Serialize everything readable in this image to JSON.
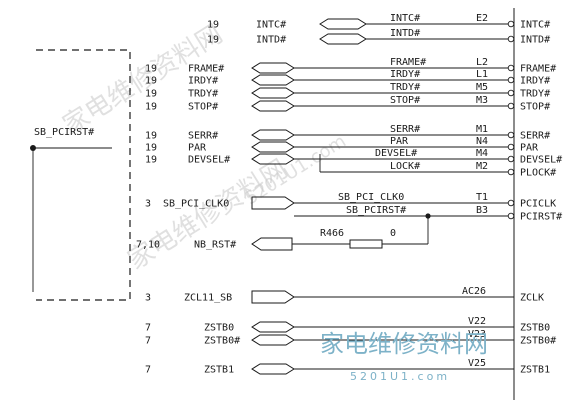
{
  "left_block": {
    "label": "SB_PCIRST#"
  },
  "rows": [
    {
      "page": "19",
      "net": "INTC#",
      "line": "INTC#",
      "pin": "E2",
      "port": "INTC#"
    },
    {
      "page": "19",
      "net": "INTD#",
      "line": "INTD#",
      "pin": "",
      "port": "INTD#"
    },
    {
      "page": "19",
      "net": "FRAME#",
      "line": "FRAME#",
      "pin": "L2",
      "port": "FRAME#"
    },
    {
      "page": "19",
      "net": "IRDY#",
      "line": "IRDY#",
      "pin": "L1",
      "port": "IRDY#"
    },
    {
      "page": "19",
      "net": "TRDY#",
      "line": "TRDY#",
      "pin": "M5",
      "port": "TRDY#"
    },
    {
      "page": "19",
      "net": "STOP#",
      "line": "STOP#",
      "pin": "M3",
      "port": "STOP#"
    },
    {
      "page": "19",
      "net": "SERR#",
      "line": "SERR#",
      "pin": "M1",
      "port": "SERR#"
    },
    {
      "page": "19",
      "net": "PAR",
      "line": "PAR",
      "pin": "N4",
      "port": "PAR"
    },
    {
      "page": "19",
      "net": "DEVSEL#",
      "line": "DEVSEL#",
      "pin": "M4",
      "port": "DEVSEL#"
    },
    {
      "page": "",
      "net": "",
      "line": "LOCK#",
      "pin": "M2",
      "port": "PLOCK#"
    }
  ],
  "clk": {
    "page": "3",
    "net": "SB_PCI_CLK0",
    "line": "SB_PCI_CLK0",
    "pin": "T1",
    "port": "PCICLK"
  },
  "rst": {
    "line": "SB_PCIRST#",
    "pin": "B3",
    "port": "PCIRST#"
  },
  "nb_rst": {
    "page": "7,10",
    "net": "NB_RST#",
    "resistor": "R466",
    "value": "0"
  },
  "zclk": {
    "page": "3",
    "net": "ZCL11_SB",
    "pin": "AC26",
    "port": "ZCLK"
  },
  "zstb": [
    {
      "page": "7",
      "net": "ZSTB0",
      "pin": "V22",
      "port": "ZSTB0"
    },
    {
      "page": "7",
      "net": "ZSTB0#",
      "pin": "V23",
      "port": "ZSTB0#"
    },
    {
      "page": "7",
      "net": "ZSTB1",
      "pin": "V25",
      "port": "ZSTB1"
    }
  ],
  "watermark": {
    "text": "家电维修资料网",
    "url": "5201U1.com"
  }
}
